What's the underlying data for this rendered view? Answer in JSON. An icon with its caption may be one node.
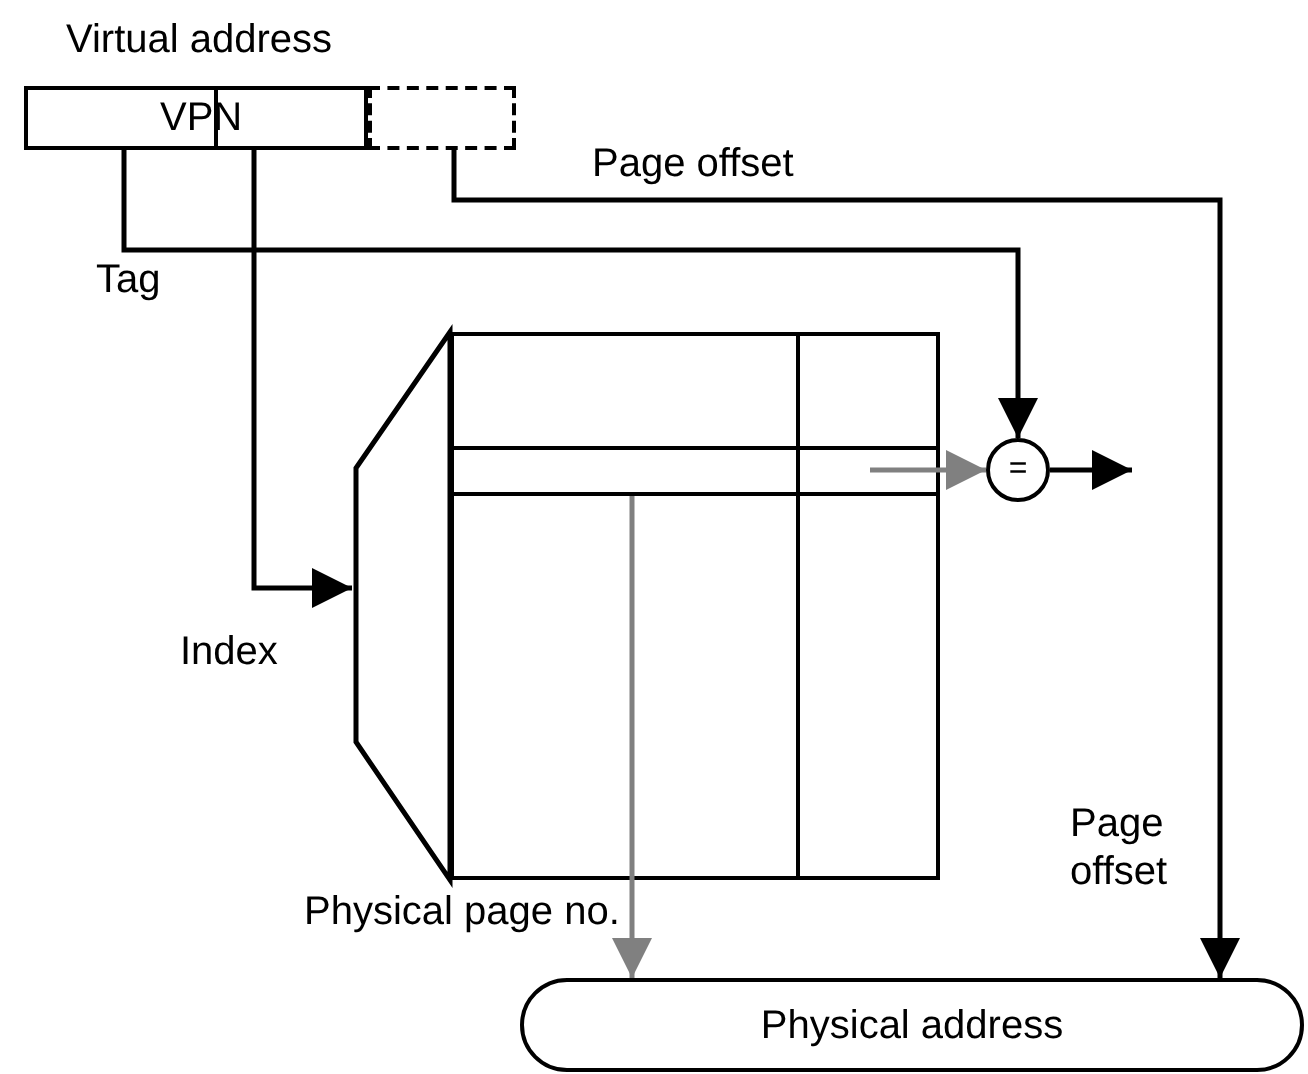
{
  "diagram": {
    "nodes": [
      {
        "text": [
          "Virtual address",
          "VPN"
        ]
      },
      {
        "text": [],
        "shape": "box"
      },
      {
        "text": [],
        "shape": "trapezoid"
      },
      {
        "text": [],
        "shape": "box"
      },
      {
        "text": [],
        "shape": "bar",
        "in": 3
      },
      {
        "text": [
          "="
        ]
      },
      {
        "text": [
          "Physical address"
        ]
      }
    ],
    "edges": [
      {
        "from": 0,
        "to": 5,
        "arrow": "to",
        "label": "Tag"
      },
      {
        "from": 0,
        "to": 2,
        "arrow": "to",
        "label": "Index"
      },
      {
        "from": 1,
        "to": 6,
        "arrow": "to",
        "label": "Page offset"
      },
      {
        "from": 4,
        "to": 5,
        "arrow": "to",
        "color": "#808080"
      },
      {
        "from": 4,
        "to": 6,
        "arrow": "to",
        "label": "Physical page no.",
        "color": "#808080"
      },
      {
        "from": 5,
        "to": null,
        "arrow": "to"
      }
    ],
    "labels": [
      "Page offset"
    ]
  }
}
